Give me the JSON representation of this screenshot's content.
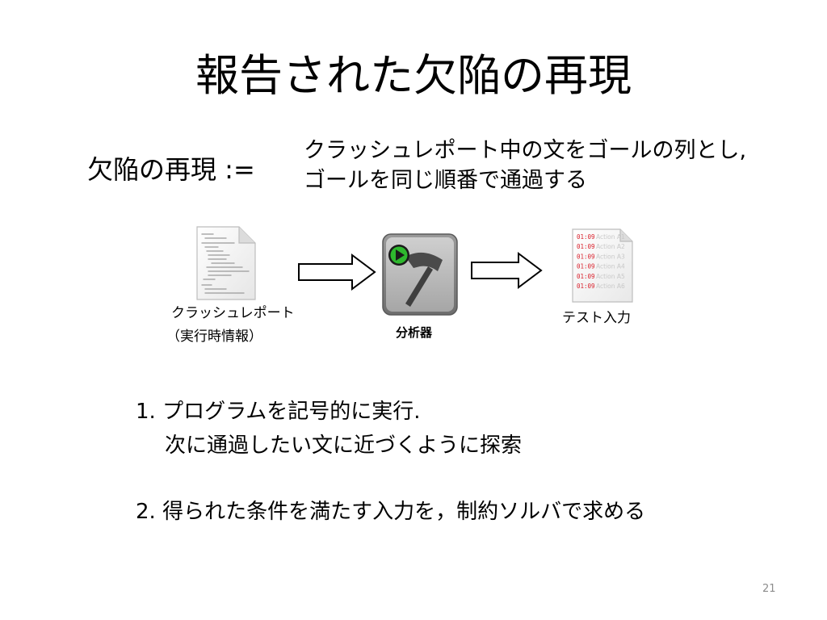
{
  "slide": {
    "title": "報告された欠陥の再現",
    "definition": {
      "term": "欠陥の再現 :=",
      "desc_line1": "クラッシュレポート中の文をゴールの列とし,",
      "desc_line2": "ゴールを同じ順番で通過する"
    },
    "diagram": {
      "report_label": "クラッシュレポート",
      "report_sublabel": "（実行時情報）",
      "analyzer_label": "分析器",
      "test_label": "テスト入力",
      "test_doc_lines": [
        {
          "time": "01:09",
          "text": "Action A1"
        },
        {
          "time": "01:09",
          "text": "Action A2"
        },
        {
          "time": "01:09",
          "text": "Action A3"
        },
        {
          "time": "01:09",
          "text": "Action A4"
        },
        {
          "time": "01:09",
          "text": "Action A5"
        },
        {
          "time": "01:09",
          "text": "Action A6"
        }
      ]
    },
    "steps": {
      "step1_line1": "1. プログラムを記号的に実行.",
      "step1_line2": "次に通過したい文に近づくように探索",
      "step2": "2. 得られた条件を満たす入力を，制約ソルバで求める"
    },
    "page_number": "21",
    "colors": {
      "log_time": "#d9232e",
      "log_text": "#c8c8c8"
    }
  }
}
